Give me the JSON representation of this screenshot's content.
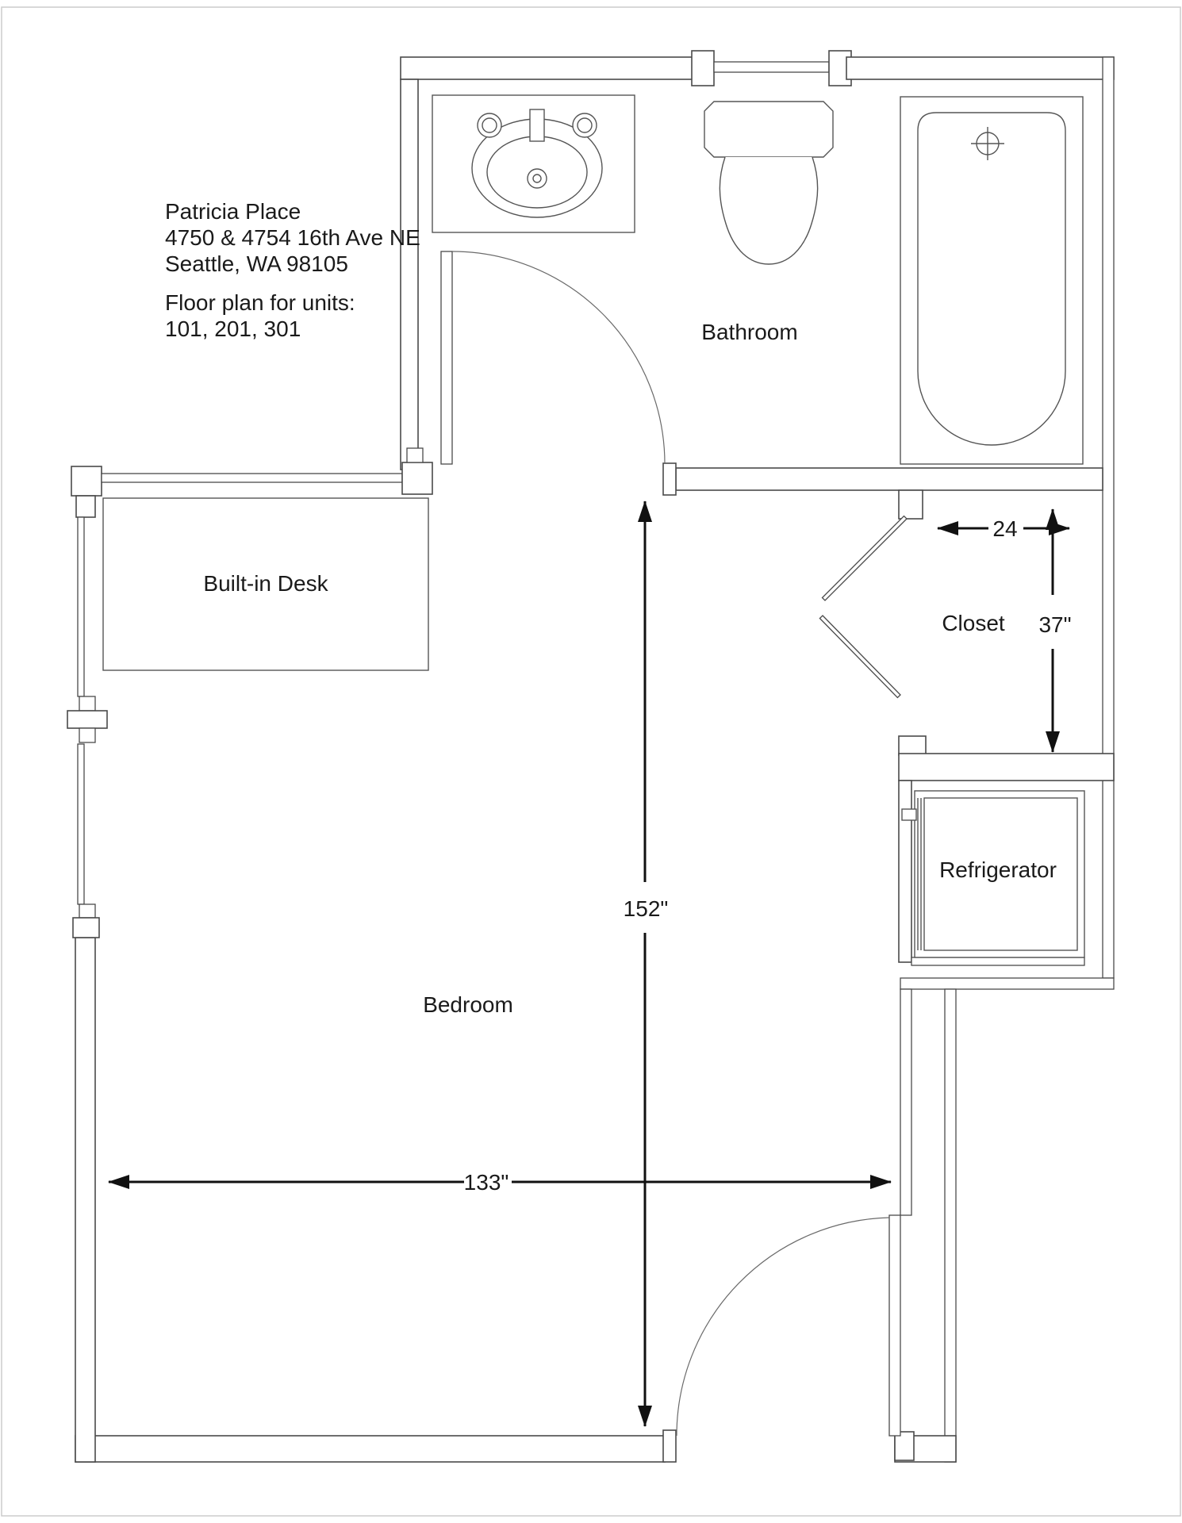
{
  "header": {
    "building_name": "Patricia Place",
    "address_line": "4750 & 4754 16th Ave NE",
    "city_line": "Seattle, WA 98105",
    "floor_plan_intro": "Floor plan for units:",
    "units": "101, 201, 301"
  },
  "rooms": {
    "bathroom": "Bathroom",
    "closet": "Closet",
    "bedroom": "Bedroom"
  },
  "fixtures": {
    "desk": "Built-in Desk",
    "refrigerator": "Refrigerator"
  },
  "dimensions": {
    "closet_width": "24",
    "closet_depth": "37\"",
    "room_length": "152\"",
    "room_width": "133\""
  },
  "colors": {
    "wall_line": "#4a4a4a",
    "dimension_line": "#111111",
    "text": "#1a1a1a",
    "page_border": "#cccccc"
  }
}
